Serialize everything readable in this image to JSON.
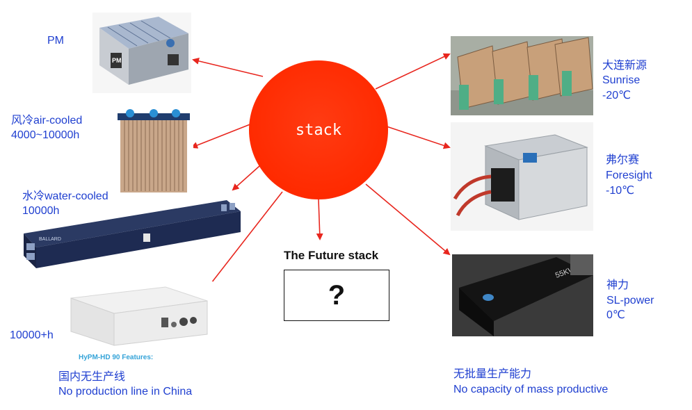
{
  "hub": {
    "label": "stack"
  },
  "future": {
    "title": "The Future stack",
    "placeholder": "?"
  },
  "left": {
    "pm": "PM",
    "air_cooled": [
      "风冷air-cooled",
      "4000~10000h"
    ],
    "water_cooled": [
      "水冷water-cooled",
      "10000h"
    ],
    "hypm": "10000+h",
    "hypm_caption": "HyPM-HD 90 Features:",
    "note": [
      "国内无生产线",
      "No production line in China"
    ]
  },
  "right": {
    "sunrise": [
      "大连新源",
      "Sunrise",
      "-20℃"
    ],
    "foresight": [
      "弗尔赛",
      "Foresight",
      "-10℃"
    ],
    "slpower": [
      "神力",
      "SL-power",
      "0℃"
    ],
    "note": [
      "无批量生产能力",
      "No capacity of mass productive"
    ]
  },
  "colors": {
    "arrow": "#e8261e",
    "hub": "#ff2a00",
    "label": "#1f3fd0"
  }
}
